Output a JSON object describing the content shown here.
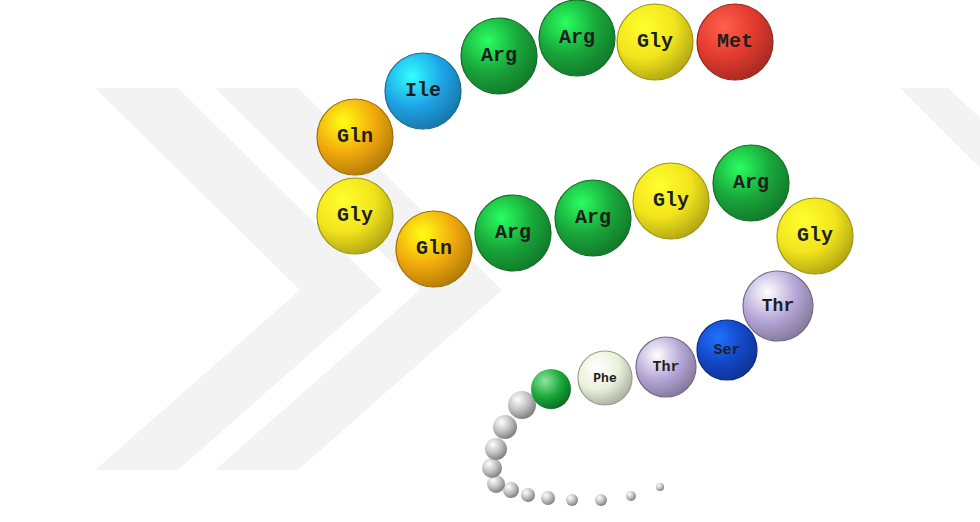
{
  "diagram": {
    "nodes": [
      {
        "text": [
          "Met"
        ]
      },
      {
        "text": [
          "Gly"
        ]
      },
      {
        "text": [
          "Arg"
        ]
      },
      {
        "text": [
          "Arg"
        ]
      },
      {
        "text": [
          "Ile"
        ]
      },
      {
        "text": [
          "Gln"
        ]
      },
      {
        "text": [
          "Gly"
        ]
      },
      {
        "text": [
          "Gln"
        ]
      },
      {
        "text": [
          "Arg"
        ]
      },
      {
        "text": [
          "Arg"
        ]
      },
      {
        "text": [
          "Gly"
        ]
      },
      {
        "text": [
          "Arg"
        ]
      },
      {
        "text": [
          "Gly"
        ]
      },
      {
        "text": [
          "Thr"
        ]
      },
      {
        "text": [
          "Ser"
        ]
      },
      {
        "text": [
          "Thr"
        ]
      },
      {
        "text": [
          "Phe"
        ]
      }
    ]
  }
}
